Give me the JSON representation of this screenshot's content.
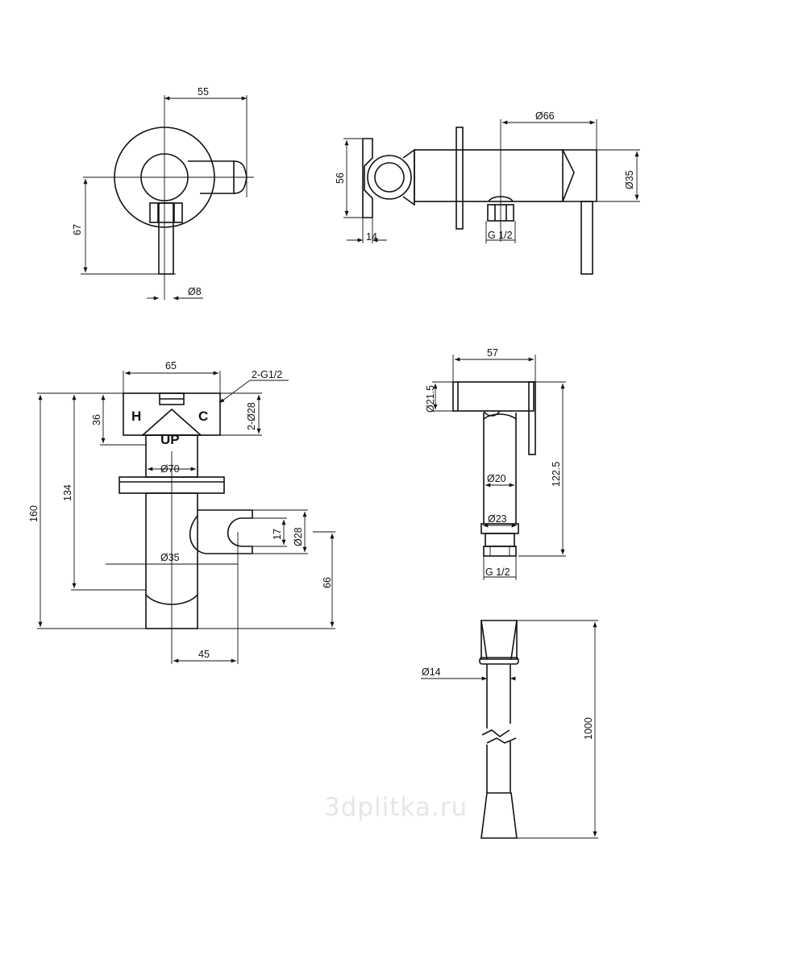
{
  "watermark": "3dplitka.ru",
  "front_view": {
    "width": "55",
    "height": "67",
    "lever_dia": "Ø8"
  },
  "side_view": {
    "body_dia": "Ø66",
    "height": "56",
    "depth": "14",
    "thread": "G 1/2",
    "handle_dia": "Ø35"
  },
  "mount_view": {
    "width": "65",
    "inlets": "2-G1/2",
    "inlet_dia": "2-Ø28",
    "top_height": "36",
    "mark_hot": "H",
    "mark_cold": "C",
    "mark_up": "UP",
    "flange_dia": "Ø70",
    "total_height": "160",
    "mid_height": "134",
    "holder_height": "66",
    "holder_dia": "Ø28",
    "holder_gap": "17",
    "body_dia": "Ø35",
    "offset": "45"
  },
  "shower_view": {
    "head_width": "57",
    "head_dia": "Ø21.5",
    "length": "122.5",
    "handle_dia": "Ø20",
    "base_dia": "Ø23",
    "thread": "G 1/2"
  },
  "hose_view": {
    "hose_dia": "Ø14",
    "length": "1000"
  }
}
